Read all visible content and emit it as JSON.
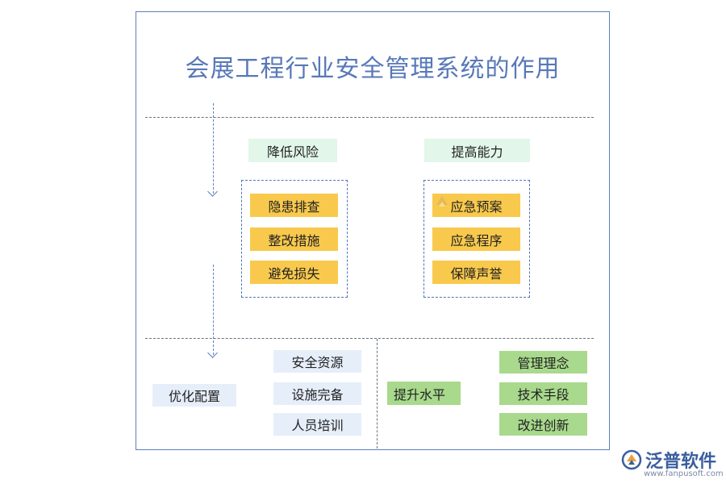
{
  "title": "会展工程行业安全管理系统的作用",
  "top_section": {
    "left": {
      "header": "降低风险",
      "items": [
        "隐患排查",
        "整改措施",
        "避免损失"
      ]
    },
    "right": {
      "header": "提高能力",
      "items": [
        "应急预案",
        "应急程序",
        "保障声誉"
      ]
    }
  },
  "bottom_section": {
    "left_label": "优化配置",
    "left_items": [
      "安全资源",
      "设施完备",
      "人员培训"
    ],
    "right_label": "提升水平",
    "right_items": [
      "管理理念",
      "技术手段",
      "改进创新"
    ]
  },
  "brand": {
    "name": "泛普软件",
    "url": "www.fanpusoft.com"
  },
  "colors": {
    "title": "#5878b8",
    "frame": "#5b7fbf",
    "light_green": "#e2f6ea",
    "yellow": "#f8c94c",
    "light_blue": "#e6eefa",
    "green": "#a8d98c"
  }
}
